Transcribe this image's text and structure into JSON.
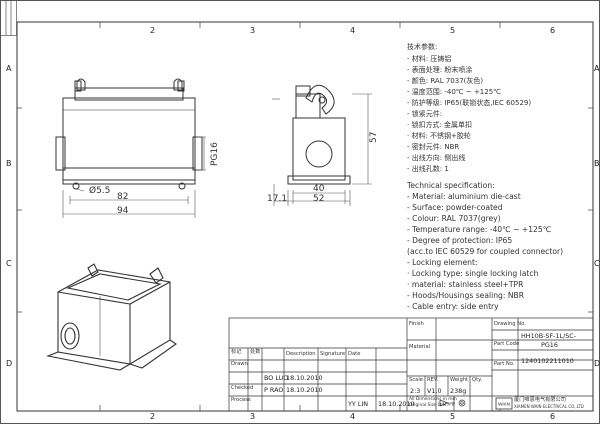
{
  "zones": {
    "top": [
      "2",
      "3",
      "4",
      "5",
      "6"
    ],
    "side": [
      "A",
      "B",
      "C",
      "D"
    ]
  },
  "dimensions": {
    "hole": "Ø5.5",
    "width_inner": "82",
    "width_outer": "94",
    "thread": "PG16",
    "depth_inner": "40",
    "depth_outer": "52",
    "offset": "17.1",
    "height": "57"
  },
  "spec_cn": [
    "技术参数:",
    "- 材料: 压铸铝",
    "- 表面处理: 粉末喷涂",
    "- 颜色: RAL 7037(灰色)",
    "- 温度范围: -40℃ ~ +125℃",
    "- 防护等级: IP65(联锁状态,IEC 60529)",
    "- 锁紧元件:",
    "  · 锁扣方式: 金属单扣",
    "  · 材料: 不锈钢+胶轮",
    "- 密封元件: NBR",
    "- 出线方向: 侧出线",
    "- 出线孔数: 1"
  ],
  "spec_en": [
    "Technical specification:",
    "- Material: aluminium die-cast",
    "- Surface: powder-coated",
    "- Colour: RAL 7037(grey)",
    "- Temperature range: -40℃ ~ +125℃",
    "- Degree of protection: IP65",
    "  (acc.to IEC 60529 for coupled connector)",
    "- Locking element:",
    "  · Locking type: single locking latch",
    "  · material: stainless steel+TPR",
    "- Hoods/Housings sealing: NBR",
    "- Cable entry: side entry"
  ],
  "title_block": {
    "header_cn": [
      "标记",
      "处数"
    ],
    "header_description": "Description",
    "header_signature": "Signature",
    "header_date": "Date",
    "drawn_label": "Drawn",
    "drawn_by": "BO LUO",
    "drawn_date": "18.10.2010",
    "checked_label": "Checked",
    "checked_by": "P RAO",
    "checked_date": "18.10.2010",
    "process_label": "Process",
    "process_by": "YY LIN",
    "process_date": "18.10.2010",
    "finish_label": "Finish",
    "material_label": "Material",
    "scale_label": "Scale",
    "revision_label": "REV.",
    "weight_label": "Weight",
    "quantity_label": "Qty.",
    "scale": "2:3",
    "revision": "V1.0",
    "weight": "238g",
    "drawing_name_label": "Drawing No.",
    "part_code_label": "Part Code",
    "part_no_label": "Part No.",
    "drawing_name": "HH10B-SF-1L/SC-",
    "drawing_name_suffix": "PG16",
    "part_code": "1240102211010",
    "dims_note": [
      "All Dimensions in mm",
      "Original Size DIN A 4"
    ],
    "company_cn": "厦门唯恩电气有限公司",
    "company_en": "XIAMEN WAIN ELECTRICAL CO.,LTD"
  }
}
